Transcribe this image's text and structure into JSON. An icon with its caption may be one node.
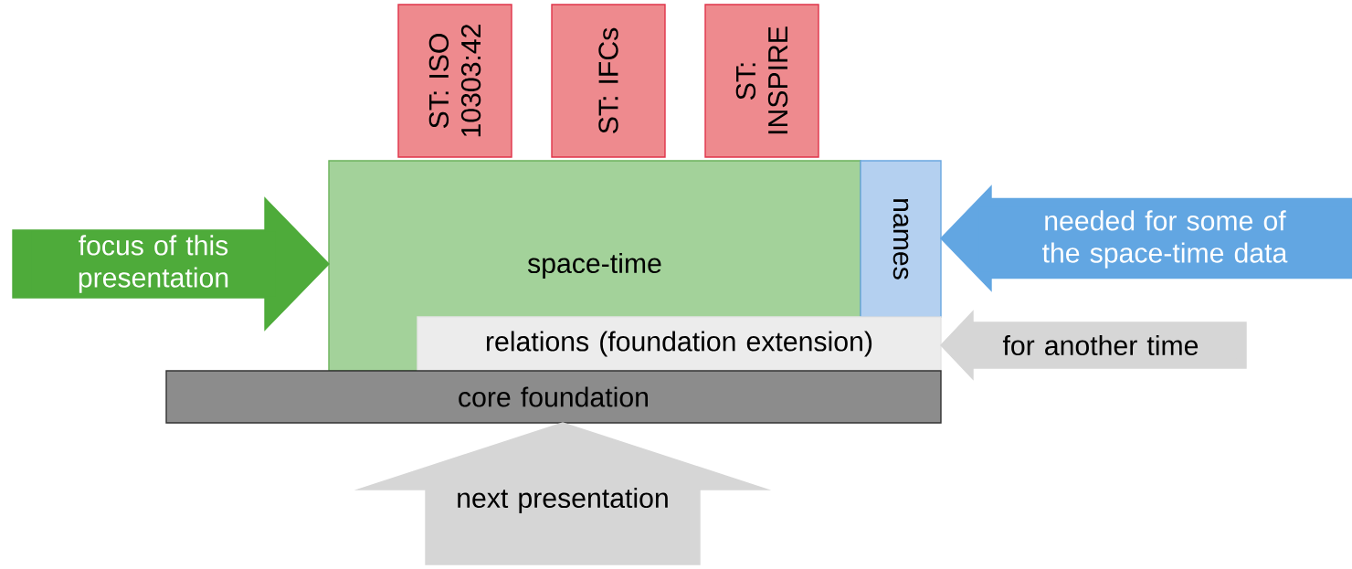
{
  "diagram": {
    "nodes": [
      {
        "text": [
          "ST: ISO 10303:42"
        ]
      },
      {
        "text": [
          "ST: IFCs"
        ]
      },
      {
        "text": [
          "ST: INSPIRE"
        ]
      },
      {
        "text": [
          "space-time"
        ]
      },
      {
        "text": [
          "names"
        ]
      },
      {
        "text": [
          "relations (foundation extension)"
        ]
      },
      {
        "text": [
          "core foundation"
        ]
      }
    ],
    "edges": [
      {
        "from": null,
        "to": 3,
        "arrow": "to",
        "label": "focus of this presentation",
        "color": "#4eab3a"
      },
      {
        "from": null,
        "to": 4,
        "arrow": "to",
        "label": "needed for some of the space-time data",
        "color": "#62a6e2"
      },
      {
        "from": null,
        "to": 5,
        "arrow": "to",
        "label": "for another time"
      },
      {
        "from": null,
        "to": 6,
        "arrow": "to",
        "label": "next presentation"
      }
    ]
  }
}
